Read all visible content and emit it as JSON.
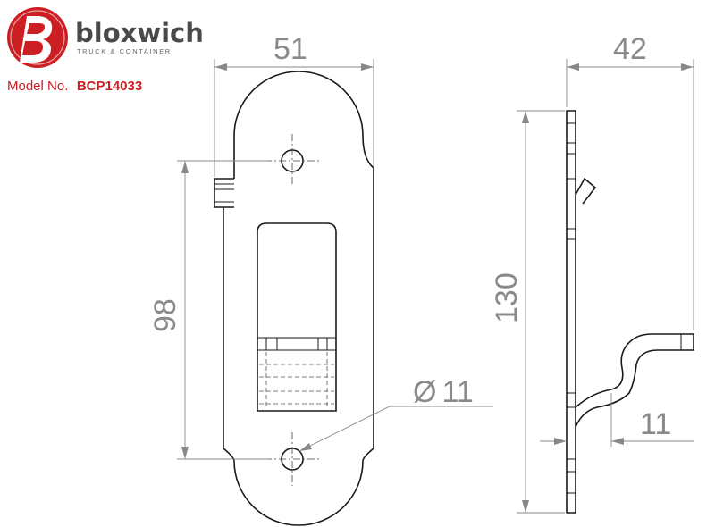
{
  "brand": {
    "name": "bloxwich",
    "tagline": "TRUCK & CONTAINER",
    "colors": {
      "primary": "#cc1f24",
      "text": "#4a4a4a"
    }
  },
  "model": {
    "label": "Model No.",
    "number": "BCP14033"
  },
  "dimensions": {
    "width": "51",
    "depth": "42",
    "hole_spacing": "98",
    "overall_height": "130",
    "hole_diameter": "11",
    "diameter_symbol": "Ø",
    "offset": "11"
  }
}
